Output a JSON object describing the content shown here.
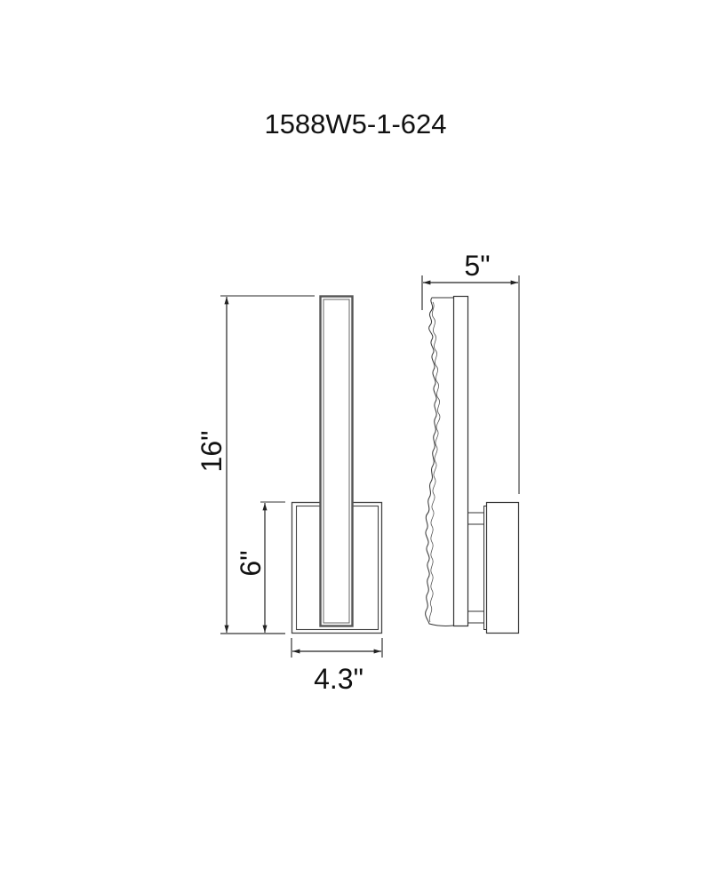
{
  "title": "1588W5-1-624",
  "colors": {
    "background": "#ffffff",
    "line": "#333333",
    "text": "#111111",
    "bar_outline": "#555555"
  },
  "front_view": {
    "dimensions": {
      "overall_height": "16\"",
      "canopy_height": "6\"",
      "canopy_width": "4.3\""
    }
  },
  "side_view": {
    "dimensions": {
      "depth": "5\""
    }
  }
}
